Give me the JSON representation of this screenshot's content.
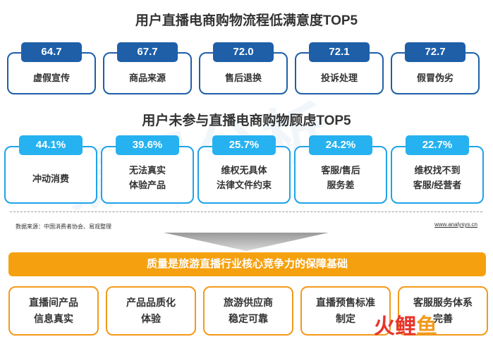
{
  "chart_data": [
    {
      "type": "bar",
      "title": "用户直播电商购物流程低满意度TOP5",
      "categories": [
        "虚假宣传",
        "商品来源",
        "售后退换",
        "投诉处理",
        "假冒伪劣"
      ],
      "value_labels": [
        "64.7",
        "67.7",
        "72.0",
        "72.1",
        "72.7"
      ],
      "values": [
        64.7,
        67.7,
        72.0,
        72.1,
        72.7
      ]
    },
    {
      "type": "bar",
      "title": "用户未参与直播电商购物顾虑TOP5",
      "categories": [
        [
          "冲动消费"
        ],
        [
          "无法真实",
          "体验产品"
        ],
        [
          "维权无具体",
          "法律文件约束"
        ],
        [
          "客服/售后",
          "服务差"
        ],
        [
          "维权找不到",
          "客服/经营者"
        ]
      ],
      "value_labels": [
        "44.1%",
        "39.6%",
        "25.7%",
        "24.2%",
        "22.7%"
      ],
      "values": [
        44.1,
        39.6,
        25.7,
        24.2,
        22.7
      ]
    }
  ],
  "source": "数据来源：中国消费者协会、易观整理",
  "url": "www.analysys.cn",
  "banner": "质量是旅游直播行业核心竞争力的保障基础",
  "bottom_items": [
    [
      "直播间产品",
      "信息真实"
    ],
    [
      "产品品质化",
      "体验"
    ],
    [
      "旅游供应商",
      "稳定可靠"
    ],
    [
      "直播预售标准",
      "制定"
    ],
    [
      "客服服务体系",
      "完善"
    ]
  ],
  "watermark": "易观分析",
  "logo": "火鲤鱼",
  "colors": {
    "dark_blue": "#1e5fa8",
    "light_blue": "#26b2f0",
    "orange": "#f5a10f"
  }
}
